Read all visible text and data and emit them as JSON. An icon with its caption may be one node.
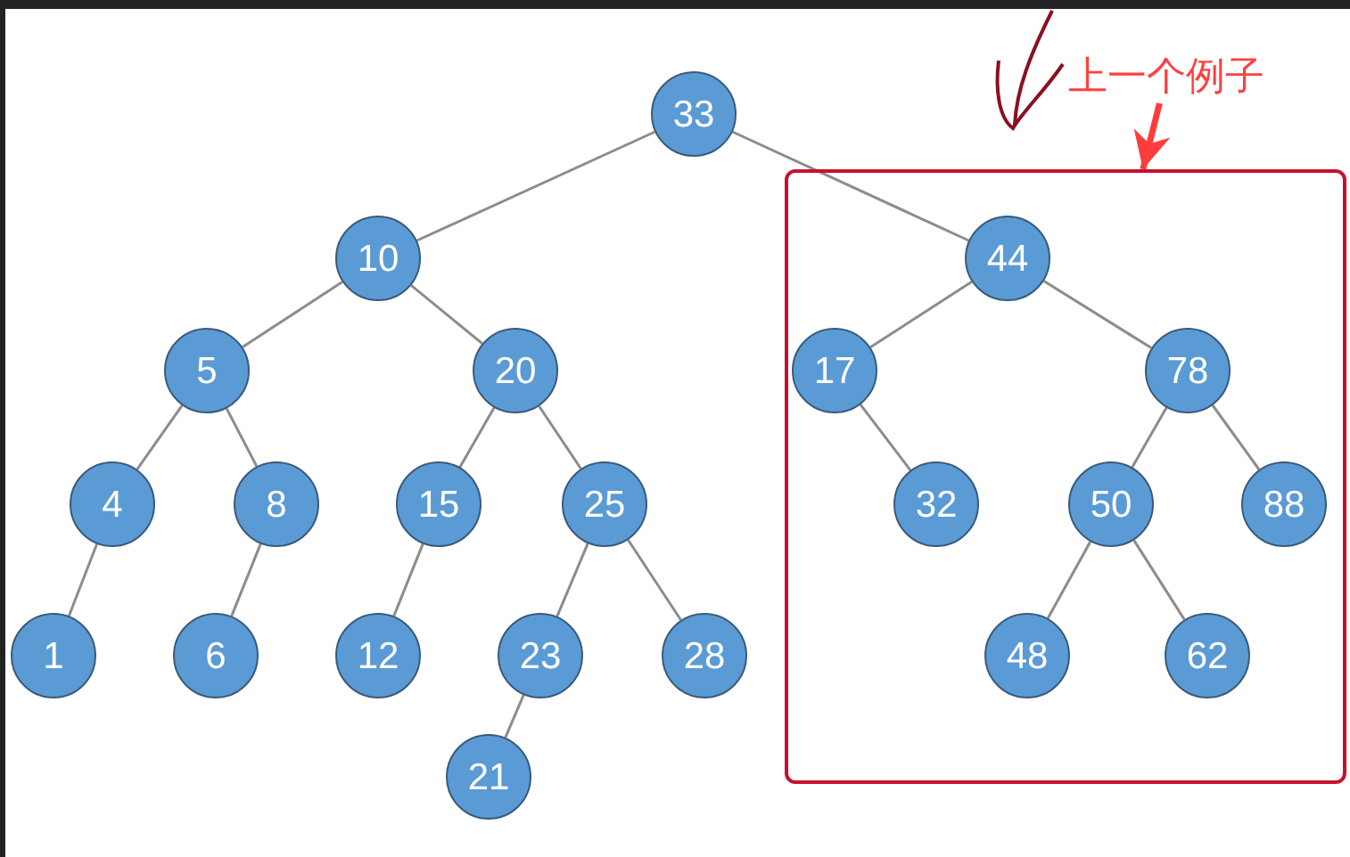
{
  "diagram": {
    "nodes": [
      {
        "text": [
          "上一个例子"
        ]
      },
      {
        "text": [],
        "shape": "box"
      },
      {
        "text": [
          "33"
        ]
      },
      {
        "text": [
          "10"
        ]
      },
      {
        "text": [
          "44"
        ],
        "in": 1
      },
      {
        "text": [
          "5"
        ]
      },
      {
        "text": [
          "20"
        ]
      },
      {
        "text": [
          "17"
        ],
        "in": 1
      },
      {
        "text": [
          "78"
        ],
        "in": 1
      },
      {
        "text": [
          "4"
        ]
      },
      {
        "text": [
          "8"
        ]
      },
      {
        "text": [
          "15"
        ]
      },
      {
        "text": [
          "25"
        ]
      },
      {
        "text": [
          "32"
        ],
        "in": 1
      },
      {
        "text": [
          "50"
        ],
        "in": 1
      },
      {
        "text": [
          "88"
        ],
        "in": 1
      },
      {
        "text": [
          "1"
        ]
      },
      {
        "text": [
          "6"
        ]
      },
      {
        "text": [
          "12"
        ]
      },
      {
        "text": [
          "23"
        ]
      },
      {
        "text": [
          "28"
        ]
      },
      {
        "text": [
          "48"
        ],
        "in": 1
      },
      {
        "text": [
          "62"
        ],
        "in": 1
      },
      {
        "text": [
          "21"
        ]
      }
    ],
    "edges": [
      {
        "from": 0,
        "to": 1,
        "arrow": "to",
        "style": "thick",
        "color": "#ff3b3b"
      },
      {
        "from": 2,
        "to": 3,
        "arrow": "none"
      },
      {
        "from": 2,
        "to": 4,
        "arrow": "none"
      },
      {
        "from": 3,
        "to": 5,
        "arrow": "none"
      },
      {
        "from": 3,
        "to": 6,
        "arrow": "none"
      },
      {
        "from": 4,
        "to": 7,
        "arrow": "none"
      },
      {
        "from": 4,
        "to": 8,
        "arrow": "none"
      },
      {
        "from": 5,
        "to": 9,
        "arrow": "none"
      },
      {
        "from": 5,
        "to": 10,
        "arrow": "none"
      },
      {
        "from": 6,
        "to": 11,
        "arrow": "none"
      },
      {
        "from": 6,
        "to": 12,
        "arrow": "none"
      },
      {
        "from": 7,
        "to": 13,
        "arrow": "none"
      },
      {
        "from": 8,
        "to": 14,
        "arrow": "none"
      },
      {
        "from": 8,
        "to": 15,
        "arrow": "none"
      },
      {
        "from": 9,
        "to": 16,
        "arrow": "none"
      },
      {
        "from": 10,
        "to": 17,
        "arrow": "none"
      },
      {
        "from": 11,
        "to": 18,
        "arrow": "none"
      },
      {
        "from": 12,
        "to": 19,
        "arrow": "none"
      },
      {
        "from": 12,
        "to": 20,
        "arrow": "none"
      },
      {
        "from": 14,
        "to": 21,
        "arrow": "none"
      },
      {
        "from": 14,
        "to": 22,
        "arrow": "none"
      },
      {
        "from": 19,
        "to": 23,
        "arrow": "none"
      }
    ]
  }
}
